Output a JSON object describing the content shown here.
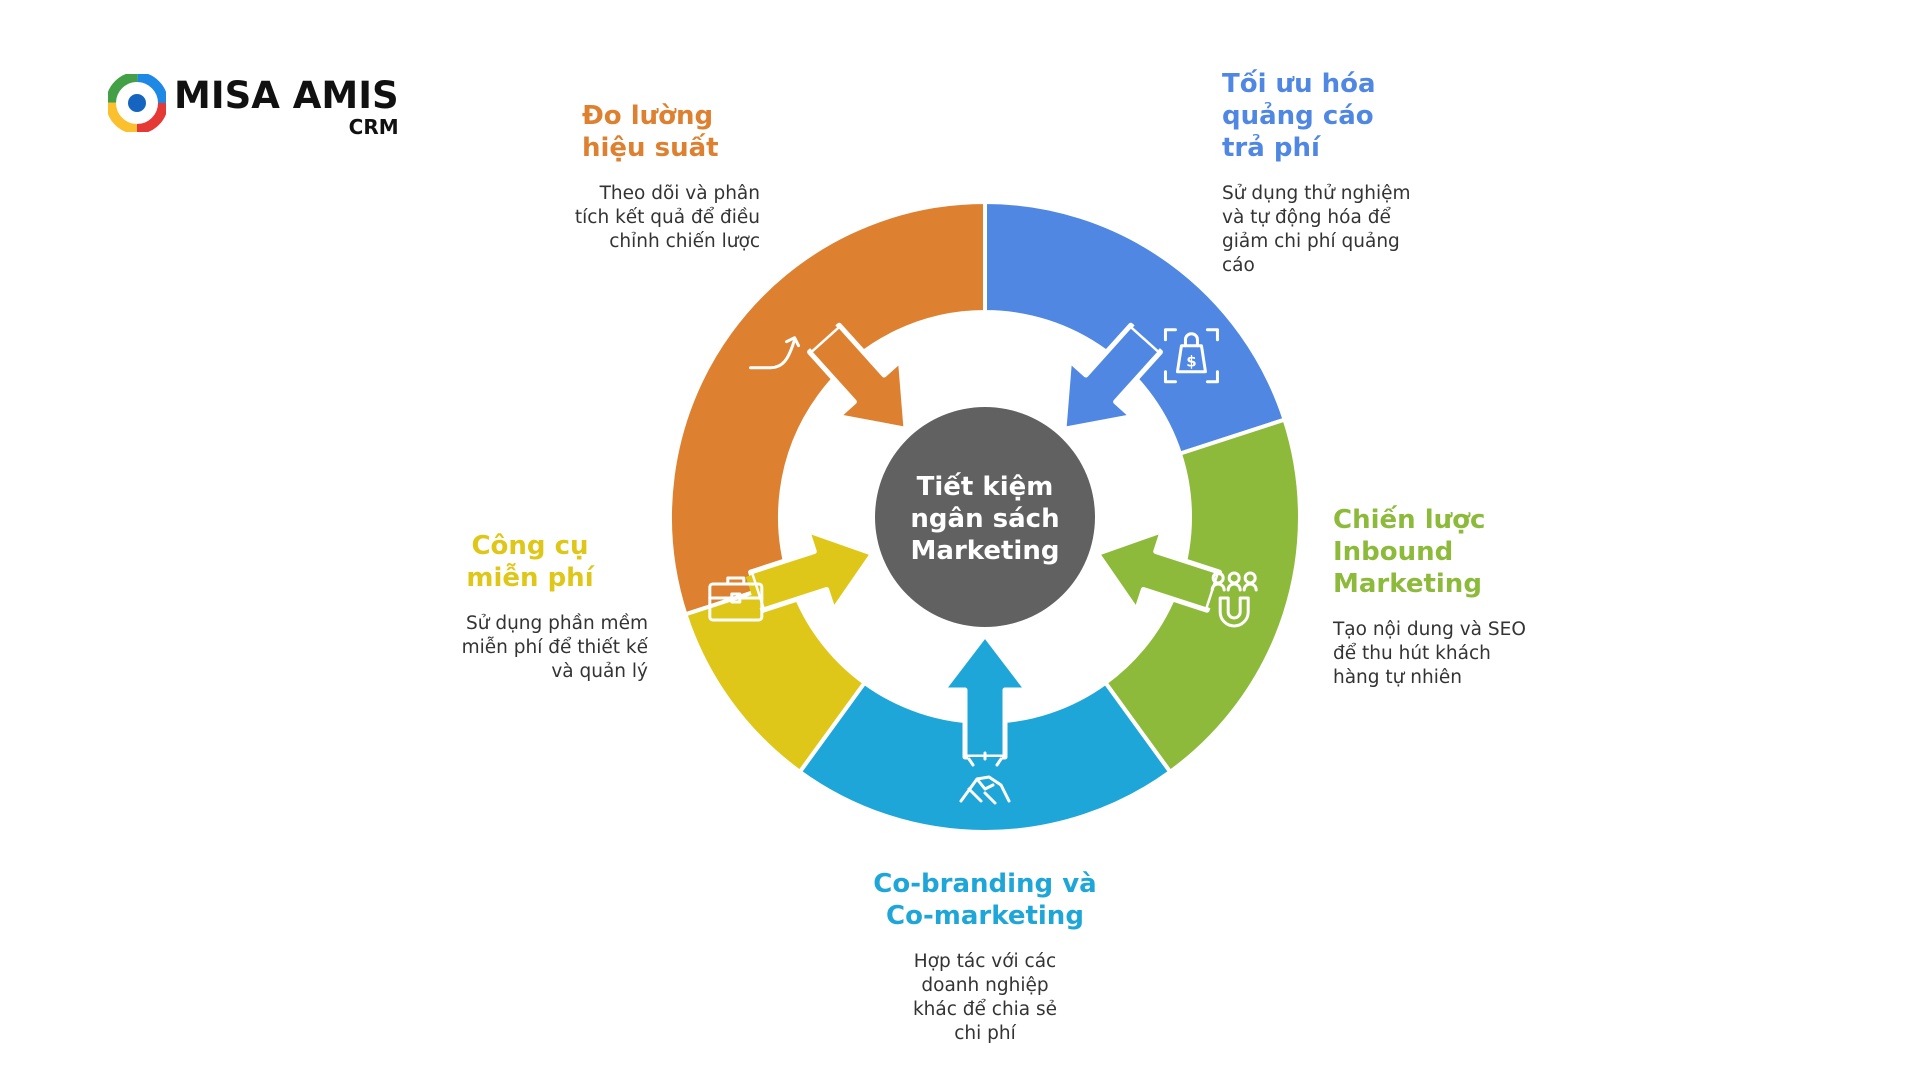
{
  "logo": {
    "name": "MISA AMIS",
    "sub": "CRM"
  },
  "center": {
    "lines": [
      "Tiết kiệm",
      "ngân sách",
      "Marketing"
    ],
    "color": "#616161"
  },
  "segments": [
    {
      "id": "measure",
      "title": "Đo lường hiệu suất",
      "description": "Theo dõi và phân tích kết quả để điều chỉnh chiến lược",
      "color": "#DD8131",
      "icon": "trend-arrow-icon"
    },
    {
      "id": "ads",
      "title": "Tối ưu hóa quảng cáo trả phí",
      "description": "Sử dụng thử nghiệm và tự động hóa để giảm chi phí quảng cáo",
      "color": "#4F87E3",
      "icon": "money-bag-icon"
    },
    {
      "id": "inbound",
      "title": "Chiến lược Inbound Marketing",
      "description": "Tạo nội dung và SEO để thu hút khách hàng tự nhiên",
      "color": "#8DBA3B",
      "icon": "magnet-people-icon"
    },
    {
      "id": "cobranding",
      "title": "Co-branding và Co-marketing",
      "description": "Hợp tác với các doanh nghiệp khác để chia sẻ chi phí",
      "color": "#1FA6D8",
      "icon": "handshake-icon"
    },
    {
      "id": "free-tools",
      "title": "Công cụ miễn phí",
      "description": "Sử dụng phần mềm miễn phí để thiết kế và quản lý",
      "color": "#DFC719",
      "icon": "toolbox-icon"
    }
  ]
}
